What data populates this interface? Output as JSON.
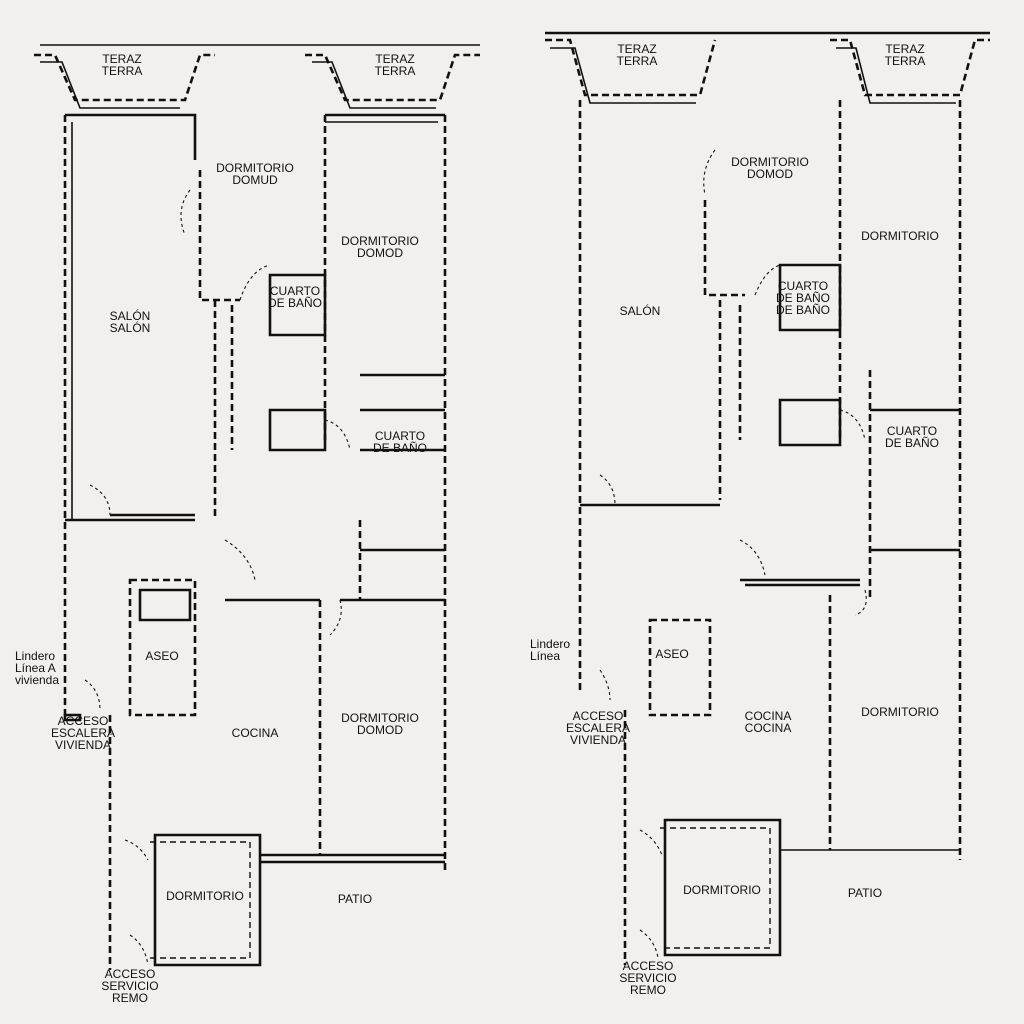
{
  "plans": [
    {
      "name": "left-plan",
      "rooms": {
        "terrace_left": [
          "TERAZ",
          "TERRA"
        ],
        "terrace_right": [
          "TERAZ",
          "TERRA"
        ],
        "bedroom_top": [
          "DORMITORIO",
          "DOMUD"
        ],
        "bedroom_mid": [
          "DORMITORIO",
          "DOMOD"
        ],
        "living": [
          "SALÓN",
          "SALÓN"
        ],
        "bath_a": [
          "CUARTO",
          "DE BAÑO"
        ],
        "bath_b": [
          "CUARTO",
          "DE BAÑO"
        ],
        "wc": [
          "ASEO"
        ],
        "kitchen": [
          "COCINA"
        ],
        "bedroom_bottom_right": [
          "DORMITORIO",
          "DOMOD"
        ],
        "bedroom_service": [
          "DORMITORIO"
        ],
        "patio": [
          "PATIO"
        ],
        "linde": [
          "Lindero",
          "Línea A",
          "vivienda"
        ],
        "access_stair": [
          "ACCESO",
          "ESCALERA",
          "VIVIENDA"
        ],
        "service_access": [
          "ACCESO",
          "SERVICIO",
          "REMO"
        ]
      }
    },
    {
      "name": "right-plan",
      "rooms": {
        "terrace_left": [
          "TERAZ",
          "TERRA"
        ],
        "terrace_right": [
          "TERAZ",
          "TERRA"
        ],
        "bedroom_top": [
          "DORMITORIO",
          "DOMOD"
        ],
        "bedroom_mid": [
          "DORMITORIO"
        ],
        "living": [
          "SALÓN"
        ],
        "bath_a": [
          "CUARTO",
          "DE BAÑO",
          "DE BAÑO"
        ],
        "bath_b": [
          "CUARTO",
          "DE BAÑO"
        ],
        "wc": [
          "ASEO"
        ],
        "kitchen": [
          "COCINA",
          "COCINA"
        ],
        "bedroom_bottom_right": [
          "DORMITORIO"
        ],
        "bedroom_service": [
          "DORMITORIO"
        ],
        "patio": [
          "PATIO"
        ],
        "linde": [
          "Lindero",
          "Línea"
        ],
        "access_stair": [
          "ACCESO",
          "ESCALERA",
          "VIVIENDA"
        ],
        "service_access": [
          "ACCESO",
          "SERVICIO",
          "REMO"
        ]
      }
    }
  ]
}
